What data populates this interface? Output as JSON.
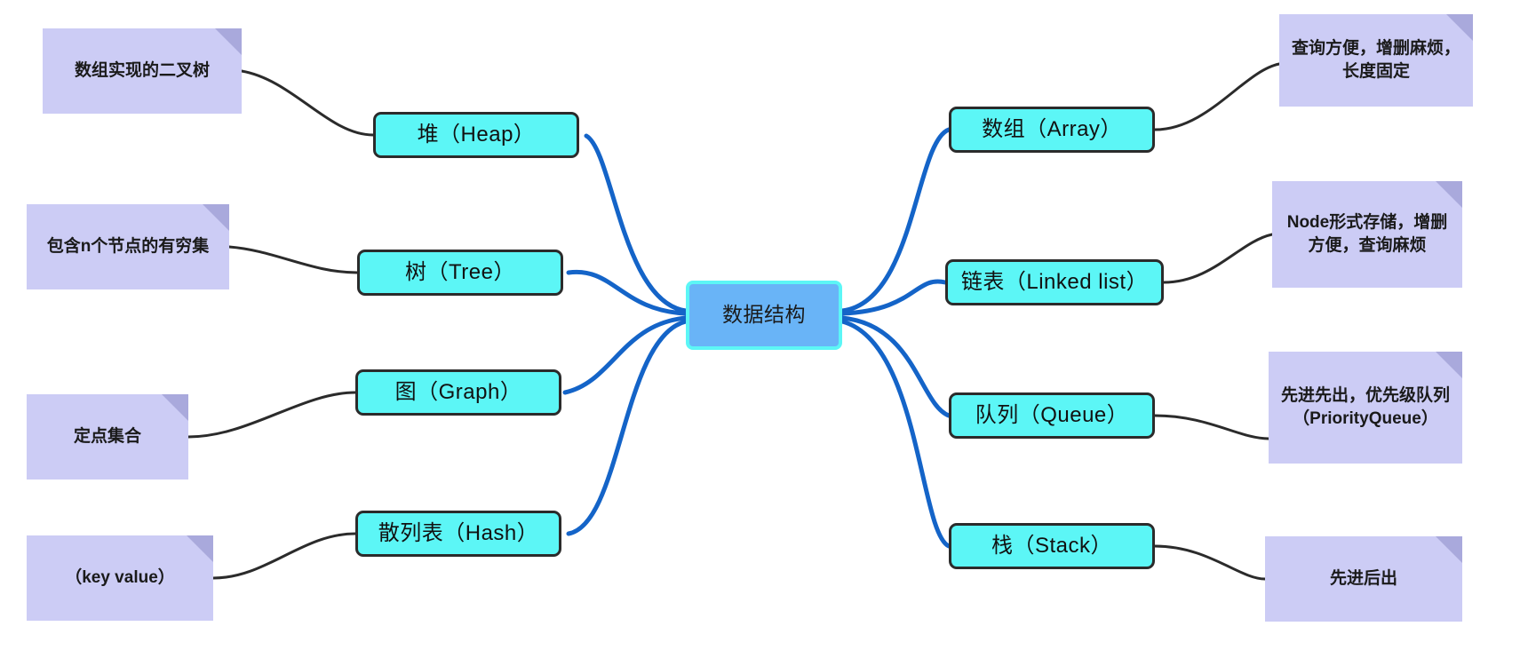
{
  "diagram": {
    "title": "数据结构",
    "central": {
      "label": "数据结构",
      "fill": "#69B4F7",
      "border": "#5CF6F6"
    },
    "edge_colors": {
      "main_branch": "#1464C8",
      "note_link": "#2b2b2b"
    },
    "node_colors": {
      "fill": "#5CF6F6",
      "border": "#2b2b2b"
    },
    "note_colors": {
      "fill": "#CCCCF5",
      "fold": "#A9A9DC"
    },
    "left_nodes": [
      {
        "label": "堆（Heap）"
      },
      {
        "label": "树（Tree）"
      },
      {
        "label": "图（Graph）"
      },
      {
        "label": "散列表（Hash）"
      }
    ],
    "right_nodes": [
      {
        "label": "数组（Array）"
      },
      {
        "label": "链表（Linked list）"
      },
      {
        "label": "队列（Queue）"
      },
      {
        "label": "栈（Stack）"
      }
    ],
    "left_notes": [
      {
        "text": "数组实现的二叉树"
      },
      {
        "text": "包含n个节点的有穷集"
      },
      {
        "text": "定点集合"
      },
      {
        "text": "（key  value）"
      }
    ],
    "right_notes": [
      {
        "text": "查询方便，增删麻烦，长度固定"
      },
      {
        "text": "Node形式存储，增删方便，查询麻烦"
      },
      {
        "text": "先进先出，优先级队列（PriorityQueue）"
      },
      {
        "text": "先进后出"
      }
    ]
  }
}
